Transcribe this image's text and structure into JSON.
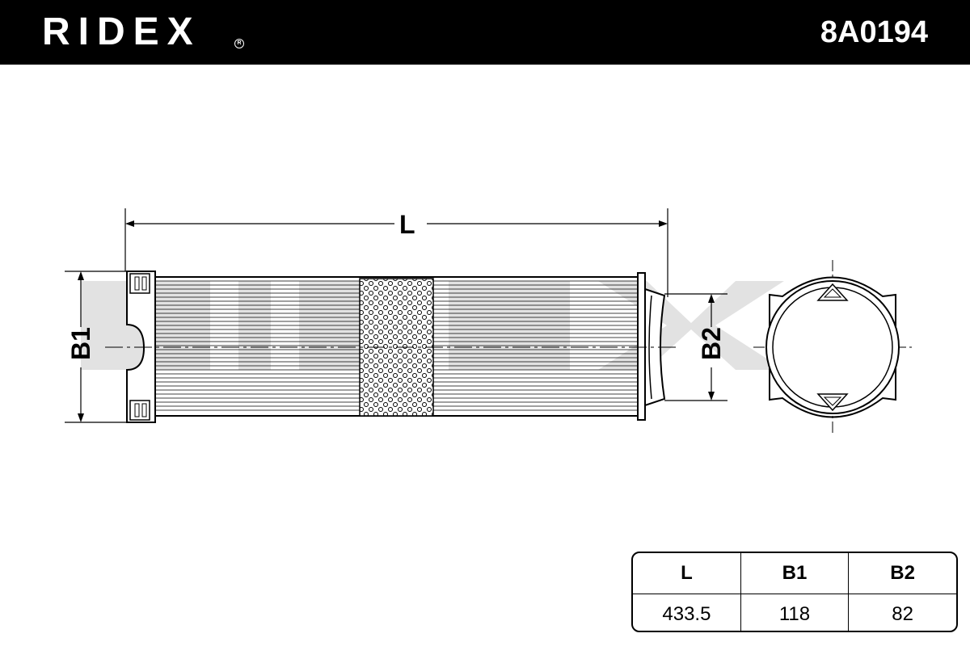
{
  "header": {
    "brand": "RIDEX",
    "reg_symbol": "R",
    "part_number": "8A0194"
  },
  "drawing": {
    "dimension_labels": {
      "length": "L",
      "b1": "B1",
      "b2": "B2"
    }
  },
  "spec_table": {
    "headers": [
      "L",
      "B1",
      "B2"
    ],
    "values": [
      "433.5",
      "118",
      "82"
    ]
  },
  "colors": {
    "header_bg": "#000000",
    "header_text": "#ffffff",
    "line": "#000000",
    "watermark": "#d9d9d9"
  }
}
